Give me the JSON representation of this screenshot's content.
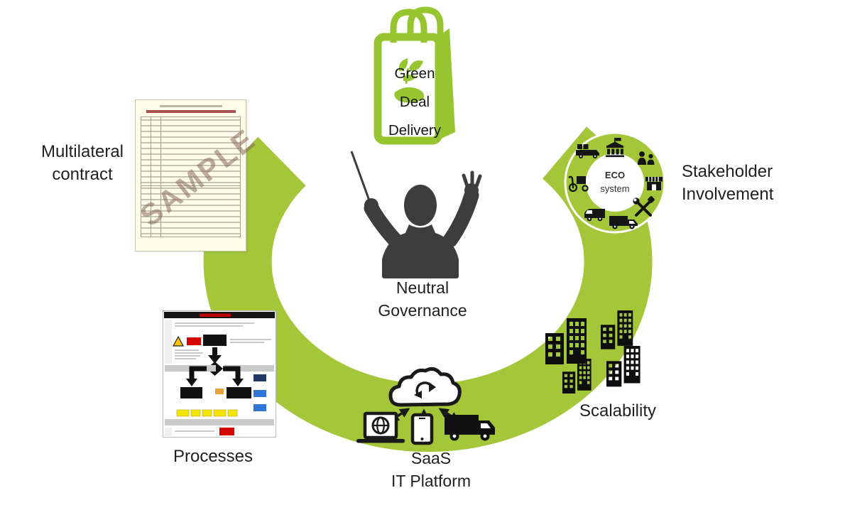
{
  "diagram_title": "Green Deal Delivery governance ecosystem diagram",
  "colors": {
    "arc_green": "#a4c639",
    "bag_green": "#97c52f",
    "silhouette_dark": "#3d3d3d",
    "document_bg": "#fdfdea",
    "watermark_brown": "#866a56",
    "flowchart_red": "#d60000",
    "flowchart_yellow": "#f5e400",
    "flowchart_blue": "#2e75d6"
  },
  "bag": {
    "lines": [
      "Green",
      "Deal",
      "Delivery"
    ],
    "icons": [
      "shopping-bag-icon",
      "leaf-icon"
    ]
  },
  "governance": {
    "lines": [
      "Neutral",
      "Governance"
    ],
    "icons": [
      "conductor-icon",
      "baton-icon"
    ]
  },
  "contract": {
    "label_lines": [
      "Multilateral",
      "contract"
    ],
    "watermark": "SAMPLE",
    "icons": [
      "contract-document-icon"
    ]
  },
  "eco": {
    "lines": [
      "ECO",
      "system"
    ],
    "icons": [
      "bank-icon",
      "people-icon",
      "shop-icon",
      "tools-icon",
      "truck-icon",
      "van-icon",
      "cargo-bike-icon",
      "loading-truck-icon"
    ]
  },
  "stakeholder": {
    "label_lines": [
      "Stakeholder",
      "Involvement"
    ]
  },
  "scalability": {
    "label": "Scalability",
    "icons": [
      "city-buildings-icon"
    ]
  },
  "processes": {
    "label": "Processes",
    "icons": [
      "process-flowchart-icon"
    ]
  },
  "saas": {
    "label_lines": [
      "SaaS",
      "IT Platform"
    ],
    "icons": [
      "cloud-sync-icon",
      "laptop-icon",
      "smartphone-icon",
      "delivery-truck-icon",
      "double-arrow-icon"
    ]
  }
}
